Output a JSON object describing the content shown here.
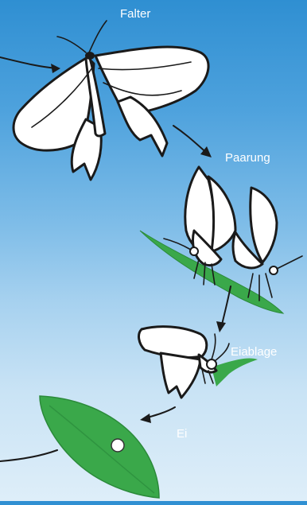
{
  "labels": {
    "adult": "Falter",
    "mating": "Paarung",
    "oviposition": "Eiablage",
    "egg": "Ei"
  },
  "colors": {
    "sky_top": "#2f8fd2",
    "sky_bottom": "#deeef9",
    "leaf_green": "#3aa84a",
    "outline": "#1a1a1a",
    "label_text": "#ffffff"
  }
}
